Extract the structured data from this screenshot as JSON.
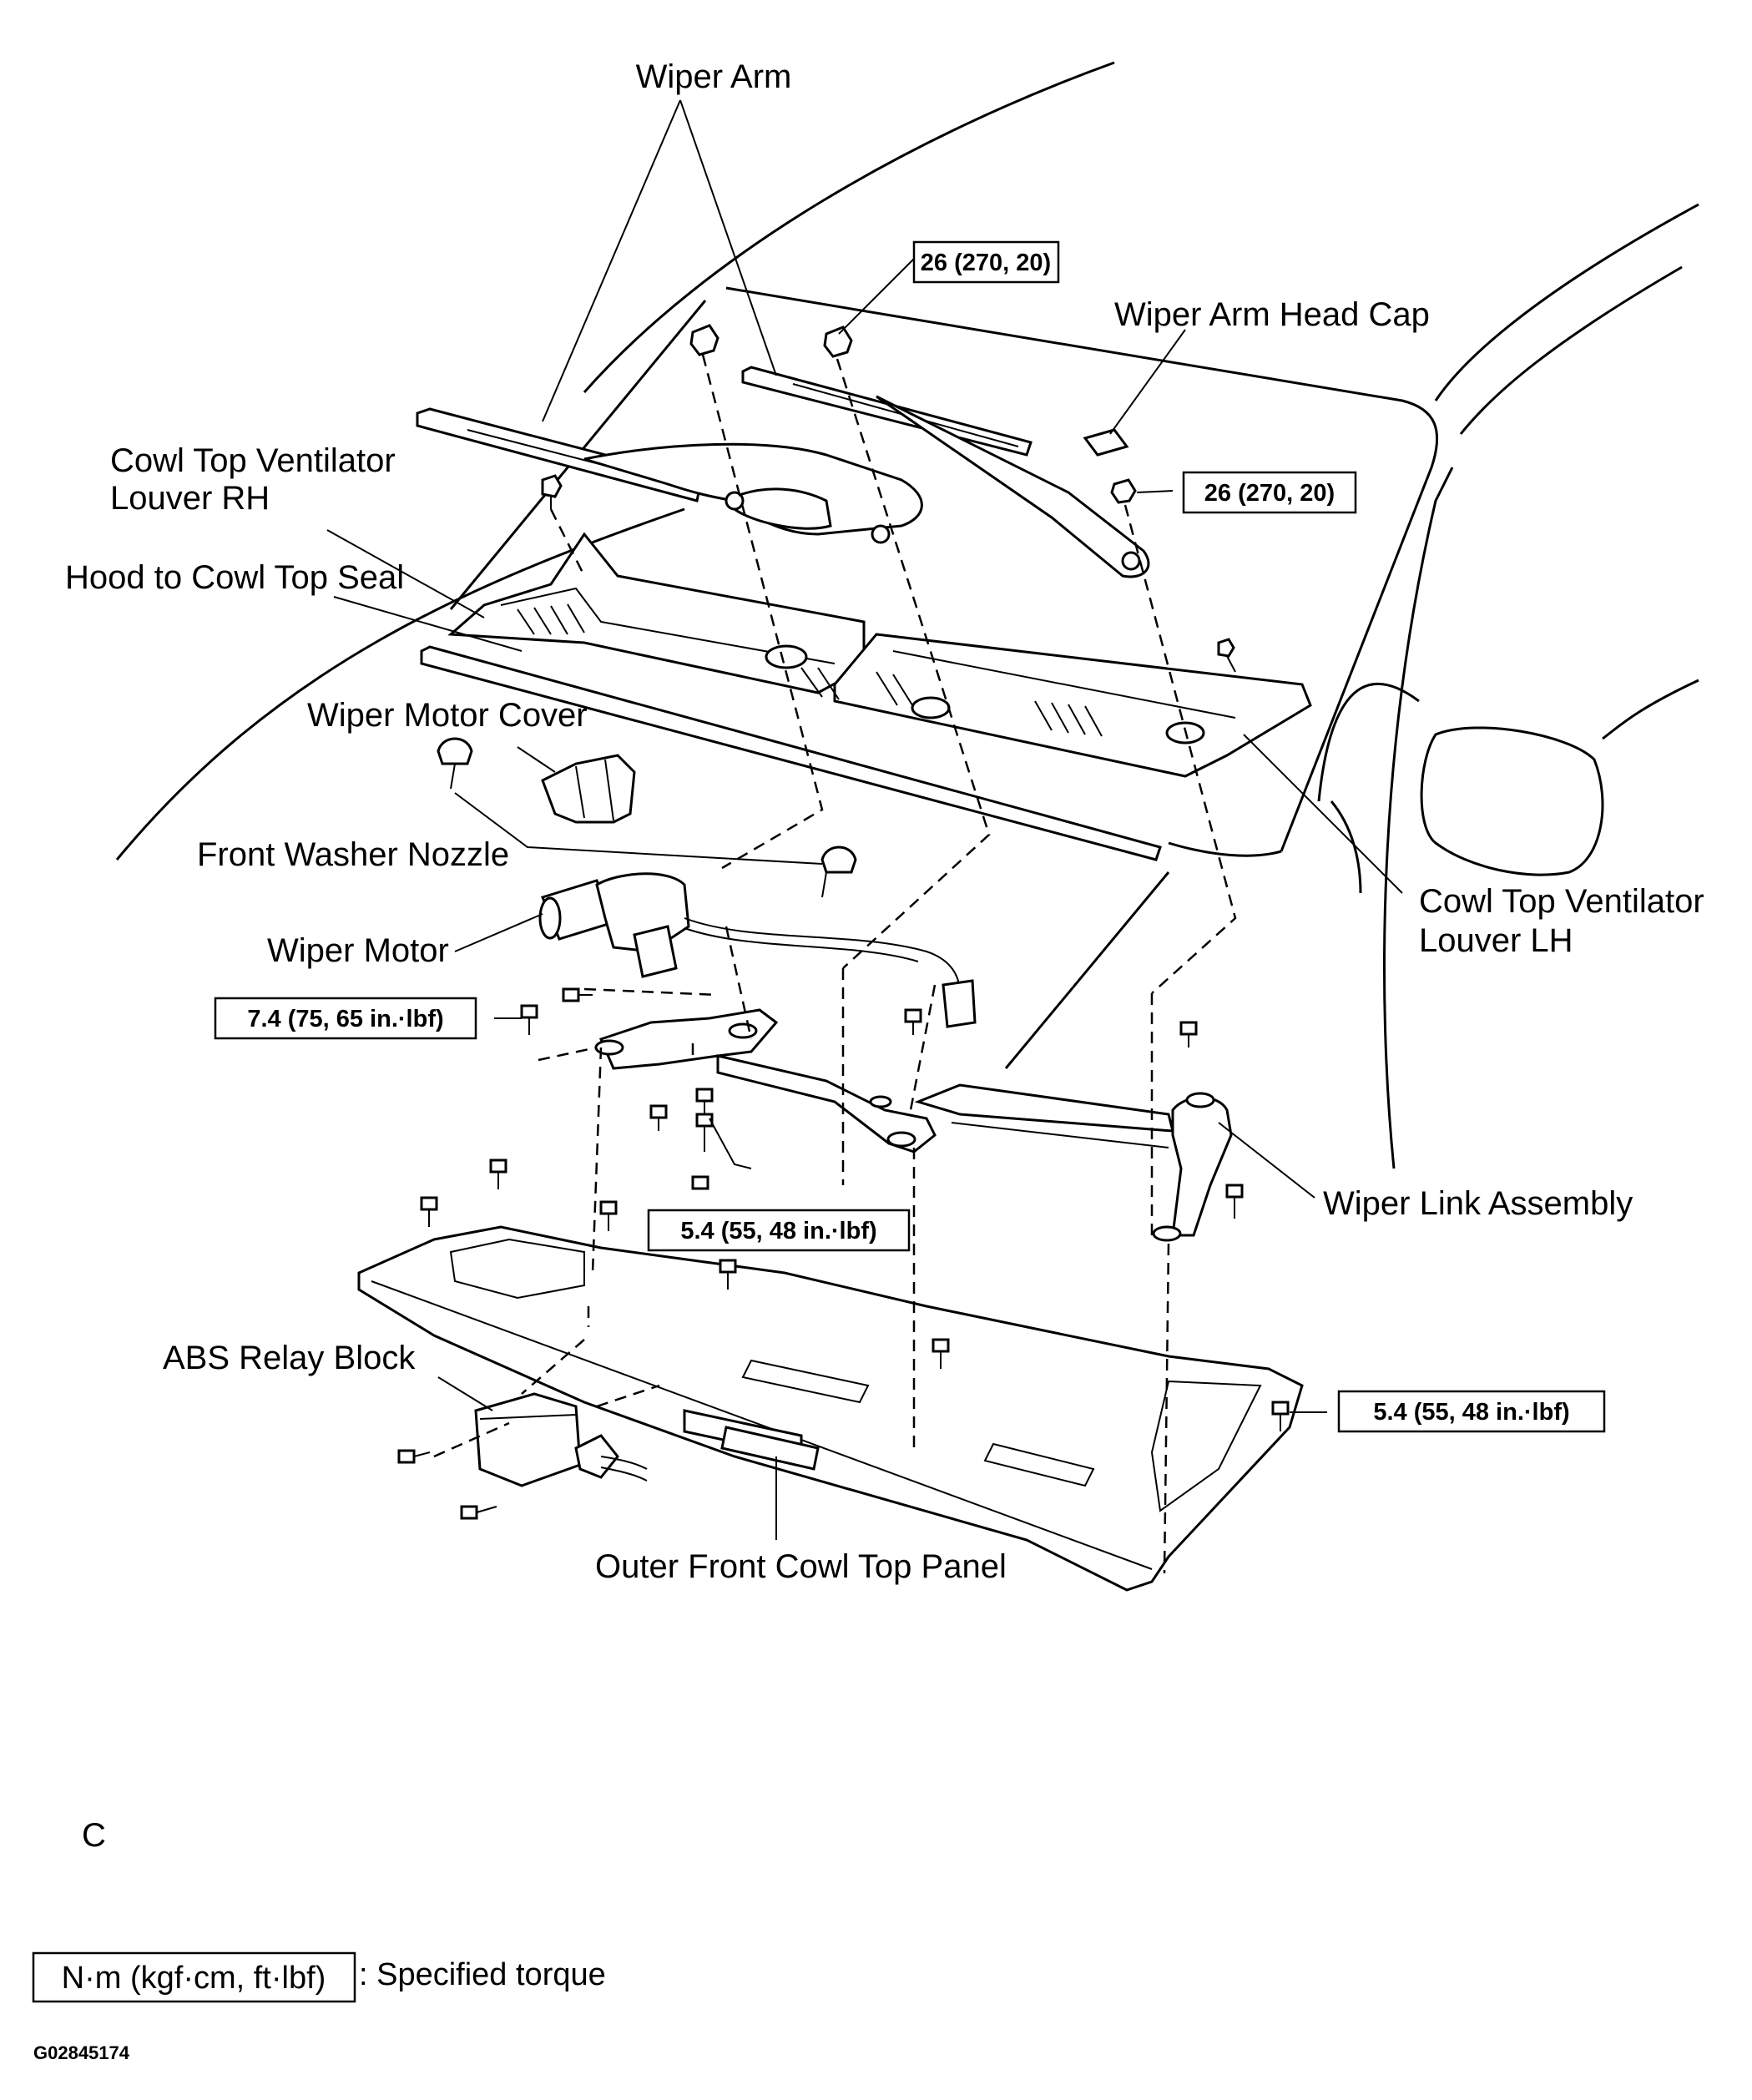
{
  "labels": {
    "wiper_arm": "Wiper Arm",
    "wiper_arm_head_cap": "Wiper Arm Head Cap",
    "cowl_rh_line1": "Cowl  Top  Ventilator",
    "cowl_rh_line2": "Louver RH",
    "hood_seal": "Hood to Cowl Top Seal",
    "wiper_motor_cover": "Wiper Motor Cover",
    "front_washer_nozzle": "Front Washer Nozzle",
    "wiper_motor": "Wiper Motor",
    "cowl_lh_line1": "Cowl Top Ventilator",
    "cowl_lh_line2": "Louver LH",
    "wiper_link_assembly": "Wiper Link Assembly",
    "abs_relay_block": "ABS Relay Block",
    "outer_front_cowl": "Outer Front Cowl Top Panel"
  },
  "torque_specs": {
    "arm_nut_upper": "26 (270, 20)",
    "arm_nut_right": "26 (270, 20)",
    "motor_bolt": "7.4 (75, 65 in.·lbf)",
    "link_bolt": "5.4 (55, 48 in.·lbf)",
    "panel_bolt": "5.4 (55, 48 in.·lbf)"
  },
  "view_letter": "C",
  "legend": {
    "unit_box": "N·m (kgf·cm, ft·lbf)",
    "description": ": Specified torque"
  },
  "figure_code": "G02845174"
}
